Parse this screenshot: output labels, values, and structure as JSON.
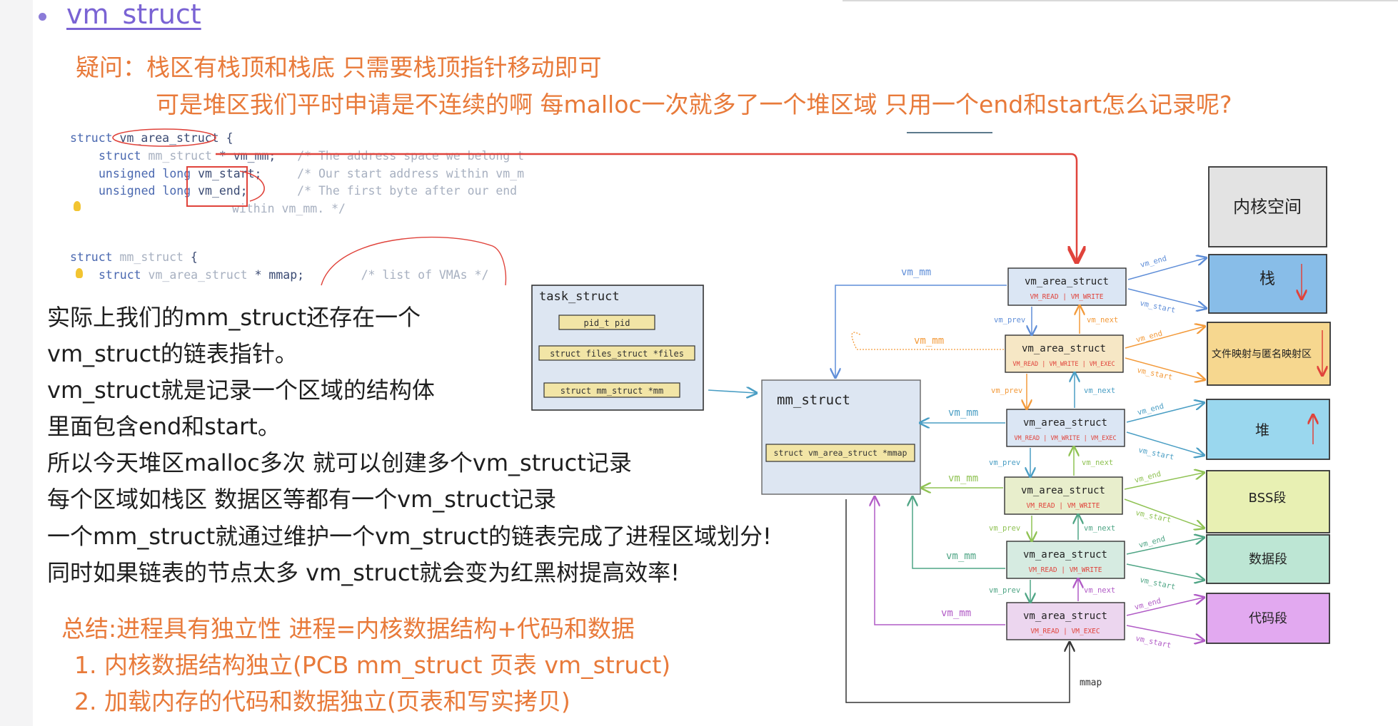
{
  "heading": "vm_struct",
  "question": {
    "line1": "疑问：栈区有栈顶和栈底 只需要栈顶指针移动即可",
    "line2": "可是堆区我们平时申请是不连续的啊 每malloc一次就多了一个堆区域 只用一个end和start怎么记录呢?"
  },
  "code1": {
    "header_kw": "struct",
    "header_name": "vm_area_struct",
    "header_brace": "{",
    "l1_kw": "struct",
    "l1_type": "mm_struct",
    "l1_var": "* vm_mm;",
    "l1_comment": "/* The address space we belong t",
    "l2_kw": "unsigned long",
    "l2_var": "vm_start;",
    "l2_comment": "/* Our start address within vm_m",
    "l3_kw": "unsigned long",
    "l3_var": "vm_end;",
    "l3_comment": "/* The first byte after our end",
    "l4_comment": "within vm_mm. */"
  },
  "code2": {
    "header_kw": "struct",
    "header_name": "mm_struct",
    "header_brace": "{",
    "l1_kw": "struct",
    "l1_type": "vm_area_struct",
    "l1_var": "* mmap;",
    "l1_comment": "/* list of VMAs */"
  },
  "explanation": [
    "实际上我们的mm_struct还存在一个",
    "vm_struct的链表指针。",
    "vm_struct就是记录一个区域的结构体",
    "里面包含end和start。",
    "所以今天堆区malloc多次 就可以创建多个vm_struct记录",
    "每个区域如栈区 数据区等都有一个vm_struct记录",
    "一个mm_struct就通过维护一个vm_struct的链表完成了进程区域划分!",
    "同时如果链表的节点太多 vm_struct就会变为红黑树提高效率!"
  ],
  "summary": {
    "title": "总结:进程具有独立性 进程=内核数据结构+代码和数据",
    "item1": "1. 内核数据结构独立(PCB mm_struct 页表 vm_struct)",
    "item2": "2. 加载内存的代码和数据独立(页表和写实拷贝)"
  },
  "diagram": {
    "task_struct": {
      "title": "task_struct",
      "fields": [
        "pid_t  pid",
        "struct files_struct *files",
        "struct mm_struct    *mm"
      ]
    },
    "mm_struct": {
      "title": "mm_struct",
      "field": "struct vm_area_struct *mmap"
    },
    "vma_title": "vm_area_struct",
    "vma_flags": [
      "VM_READ | VM_WRITE",
      "VM_READ | VM_WRITE | VM_EXEC",
      "VM_READ | VM_WRITE | VM_EXEC",
      "VM_READ | VM_WRITE",
      "VM_READ | VM_WRITE",
      "VM_READ | VM_EXEC"
    ],
    "regions": [
      "内核空间",
      "栈",
      "文件映射与匿名映射区",
      "堆",
      "BSS段",
      "数据段",
      "代码段"
    ],
    "labels": {
      "vm_mm": "vm_mm",
      "vm_prev": "vm_prev",
      "vm_next": "vm_next",
      "vm_end": "vm_end",
      "vm_start": "vm_start",
      "mmap": "mmap"
    },
    "colors": {
      "stack": "#5f8ed8",
      "file_map": "#f39a3a",
      "heap": "#4a9ec4",
      "bss": "#8fc253",
      "data": "#4fa585",
      "code": "#b15bc6",
      "red_annotation": "#e0433b"
    }
  }
}
